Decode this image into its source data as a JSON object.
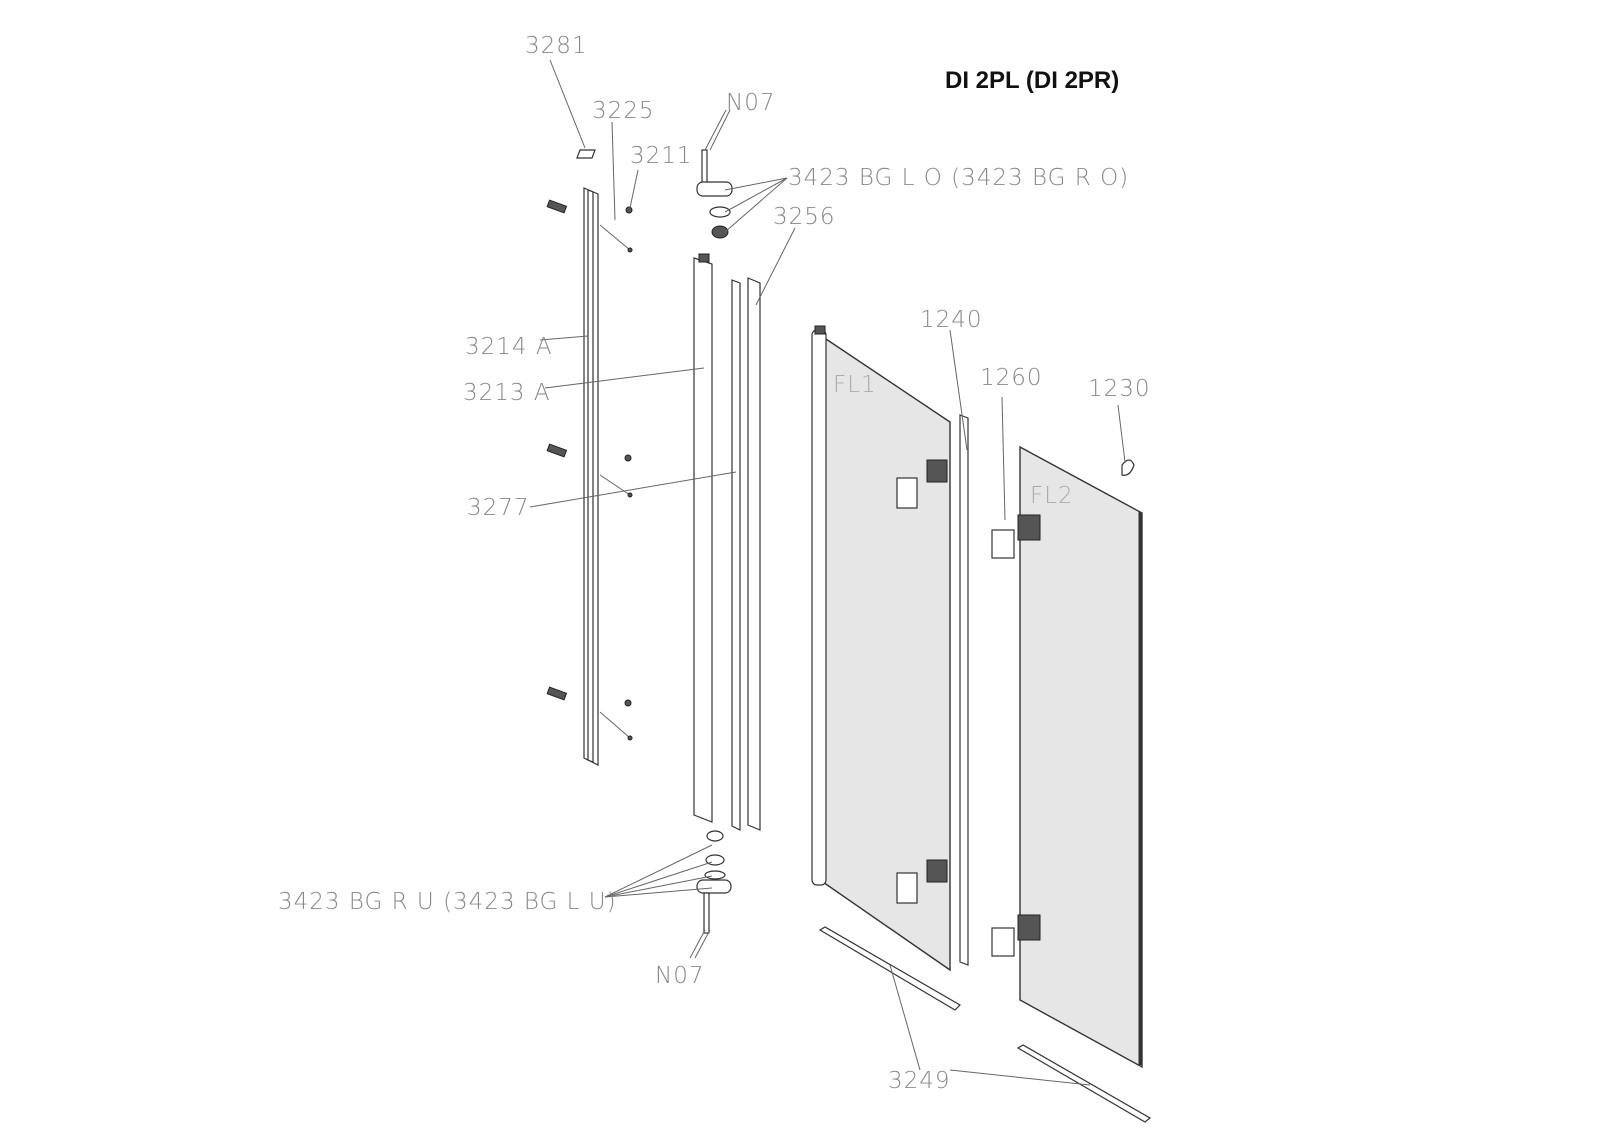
{
  "title": "DI 2PL (DI 2PR)",
  "labels": {
    "p3281": "3281",
    "p3225": "3225",
    "p3211": "3211",
    "n07_top": "N07",
    "hinge_top": "3423 BG L O (3423 BG R O)",
    "p3256": "3256",
    "p3214a": "3214 A",
    "p3213a": "3213 A",
    "p1240": "1240",
    "p1260": "1260",
    "p1230": "1230",
    "fl1": "FL1",
    "fl2": "FL2",
    "p3277": "3277",
    "hinge_bottom": "3423 BG R U (3423 BG L U)",
    "n07_bottom": "N07",
    "p3249": "3249"
  }
}
